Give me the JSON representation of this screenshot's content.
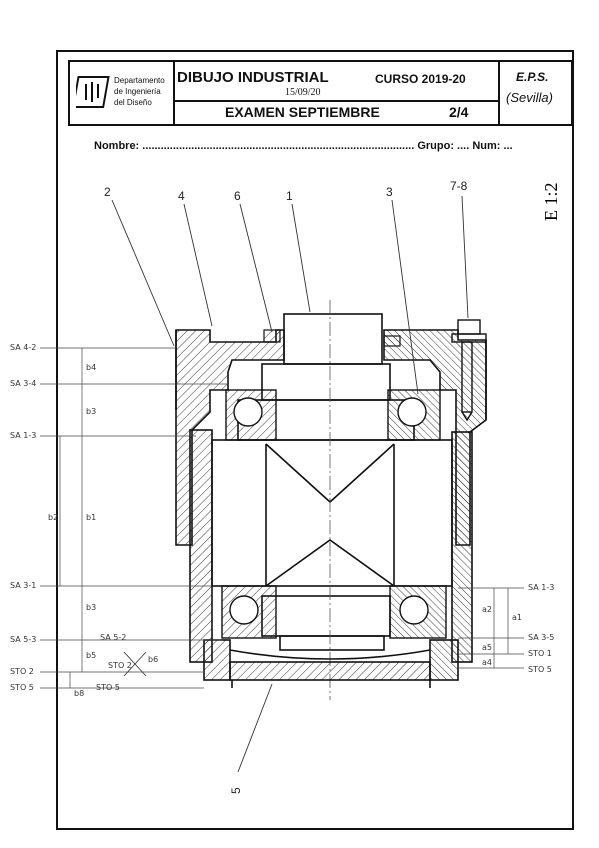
{
  "header": {
    "department_line1": "Departamento",
    "department_line2": "de Ingeniería",
    "department_line3": "del Diseño",
    "course_title": "DIBUJO INDUSTRIAL",
    "date": "15/09/20",
    "course_year": "CURSO 2019-20",
    "exam_title": "EXAMEN SEPTIEMBRE",
    "page": "2/4",
    "school": "E.P.S.",
    "city": "(Sevilla)"
  },
  "form": {
    "name_label": "Nombre: ......................................................................................... Grupo: .... Num: ..."
  },
  "scale": "E 1:2",
  "part_numbers": [
    "2",
    "4",
    "6",
    "1",
    "3",
    "7-8",
    "5"
  ],
  "left_dims": {
    "l1": "SA 4-2",
    "l2": "SA 3-4",
    "l3": "SA 1-3",
    "l4": "SA 3-1",
    "l5": "SA 5-3",
    "l6": "STO 2",
    "l7": "STO 5",
    "b4": "b4",
    "b3": "b3",
    "b2": "b2",
    "b1": "b1",
    "b3b": "b3",
    "b5": "b5",
    "b8": "b8",
    "sa52": "SA 5-2",
    "sto2b": "STO 2",
    "sto5b": "STO 5",
    "b6": "b6"
  },
  "right_dims": {
    "r1": "SA 1-3",
    "r2": "SA 3-5",
    "r3": "STO 1",
    "r4": "STO 5",
    "a1": "a1",
    "a2": "a2",
    "a5": "a5",
    "a4": "a4"
  }
}
